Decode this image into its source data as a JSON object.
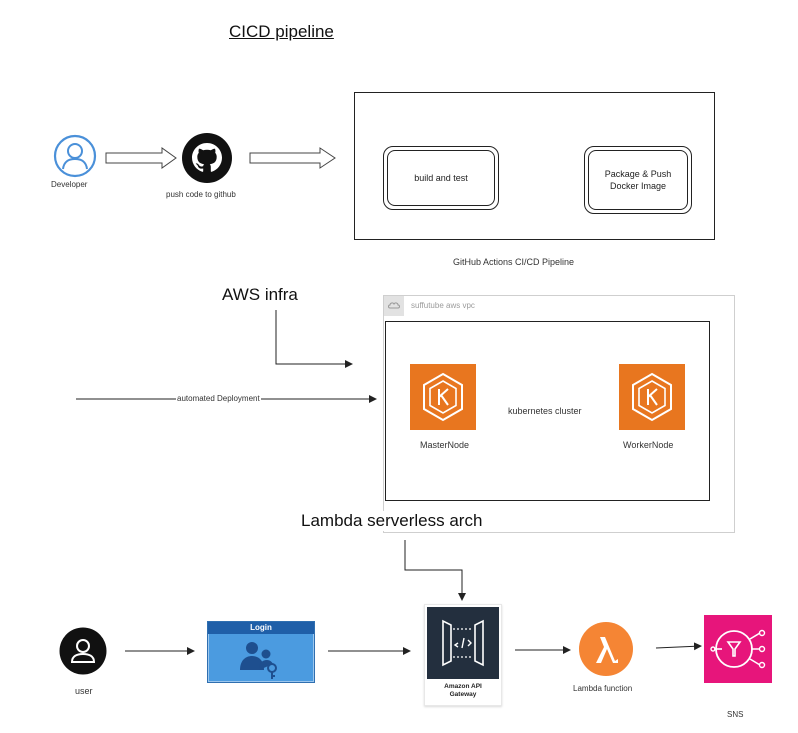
{
  "cicd": {
    "title": "CICD pipeline",
    "developer_label": "Developer",
    "github_label": "push code to github",
    "build_step": "build and test",
    "package_step_line1": "Package & Push",
    "package_step_line2": "Docker Image",
    "pipeline_caption": "GitHub Actions CI/CD Pipeline"
  },
  "aws": {
    "title": "AWS infra",
    "vpc_label": "suffutube aws vpc",
    "deploy_label": "automated Deployment",
    "cluster_label": "kubernetes cluster",
    "master_label": "MasterNode",
    "worker_label": "WorkerNode"
  },
  "lambda": {
    "title": "Lambda serverless arch",
    "user_label": "user",
    "login_title": "Login",
    "gateway_line1": "Amazon API",
    "gateway_line2": "Gateway",
    "lambda_label": "Lambda function",
    "sns_label": "SNS"
  },
  "colors": {
    "developer_blue": "#4a90d9",
    "eks_orange": "#e8761f",
    "lambda_orange": "#f58534",
    "sns_pink": "#e7157b",
    "gateway_navy": "#232f3e",
    "login_blue": "#4b9be0"
  }
}
